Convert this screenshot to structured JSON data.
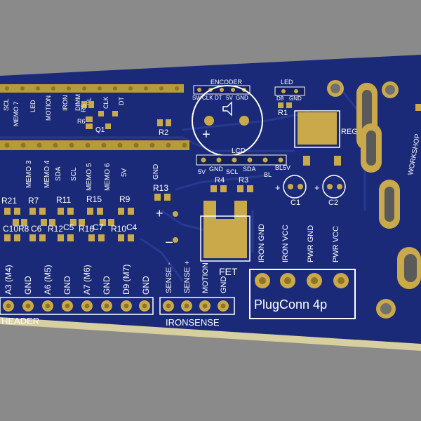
{
  "colors": {
    "background": "#8a8a8a",
    "board": "#1b2a78",
    "board_trace": "#22338a",
    "copper_gold": "#c9a94a",
    "pad_dark": "#8f7422",
    "silk": "#ffffff",
    "board_edge": "#d8cfa0"
  },
  "top_header": {
    "labels": [
      "SCL",
      "MEMO 7",
      "LED",
      "MOTION",
      "IRON",
      "DIMM",
      "BL",
      "CLK",
      "DT"
    ]
  },
  "encoder": {
    "title": "ENCODER",
    "pins": [
      "SW",
      "CLK",
      "DT",
      "5V",
      "GND"
    ]
  },
  "led_connector": {
    "title": "LED",
    "pins": [
      "D8",
      "GND"
    ]
  },
  "lcd": {
    "title": "LCD",
    "pins": [
      "5V",
      "GND",
      "SCL",
      "SDA",
      "BL",
      "BL5V"
    ]
  },
  "mid_labels": [
    "MEMO 3",
    "MEMO 4",
    "SDA",
    "SCL",
    "MEMO 5",
    "MEMO 6",
    "5V",
    "GND"
  ],
  "components": {
    "r1": "R1",
    "r2": "R2",
    "r3": "R3",
    "r4": "R4",
    "r5": "R5",
    "r6": "R6",
    "r7": "R7",
    "r8": "R8",
    "r9": "R9",
    "r10": "R10",
    "r11": "R11",
    "r12": "R12",
    "r13": "R13",
    "r15": "R15",
    "r16": "R16",
    "r21": "R21",
    "c1": "C1",
    "c2": "C2",
    "c4": "C4",
    "c5": "C5",
    "c6": "C6",
    "c7": "C7",
    "c10": "C10",
    "q1": "Q1",
    "reg": "REG",
    "fet": "FET"
  },
  "bottom_header": {
    "title": "HEADER",
    "labels": [
      "A3 (M4)",
      "GND",
      "A6 (M5)",
      "GND",
      "A7 (M6)",
      "GND",
      "D9 (M7)",
      "GND"
    ]
  },
  "ironsense": {
    "title": "IRONSENSE",
    "labels": [
      "SENSE -",
      "SENSE +",
      "MOTION",
      "GND"
    ]
  },
  "plugconn": {
    "title": "PlugConn 4p",
    "labels": [
      "IRON GND",
      "IRON VCC",
      "PWR GND",
      "PWR VCC"
    ]
  },
  "side_text": "WORKSHOP",
  "symbols": {
    "plus": "+",
    "minus": "–"
  }
}
